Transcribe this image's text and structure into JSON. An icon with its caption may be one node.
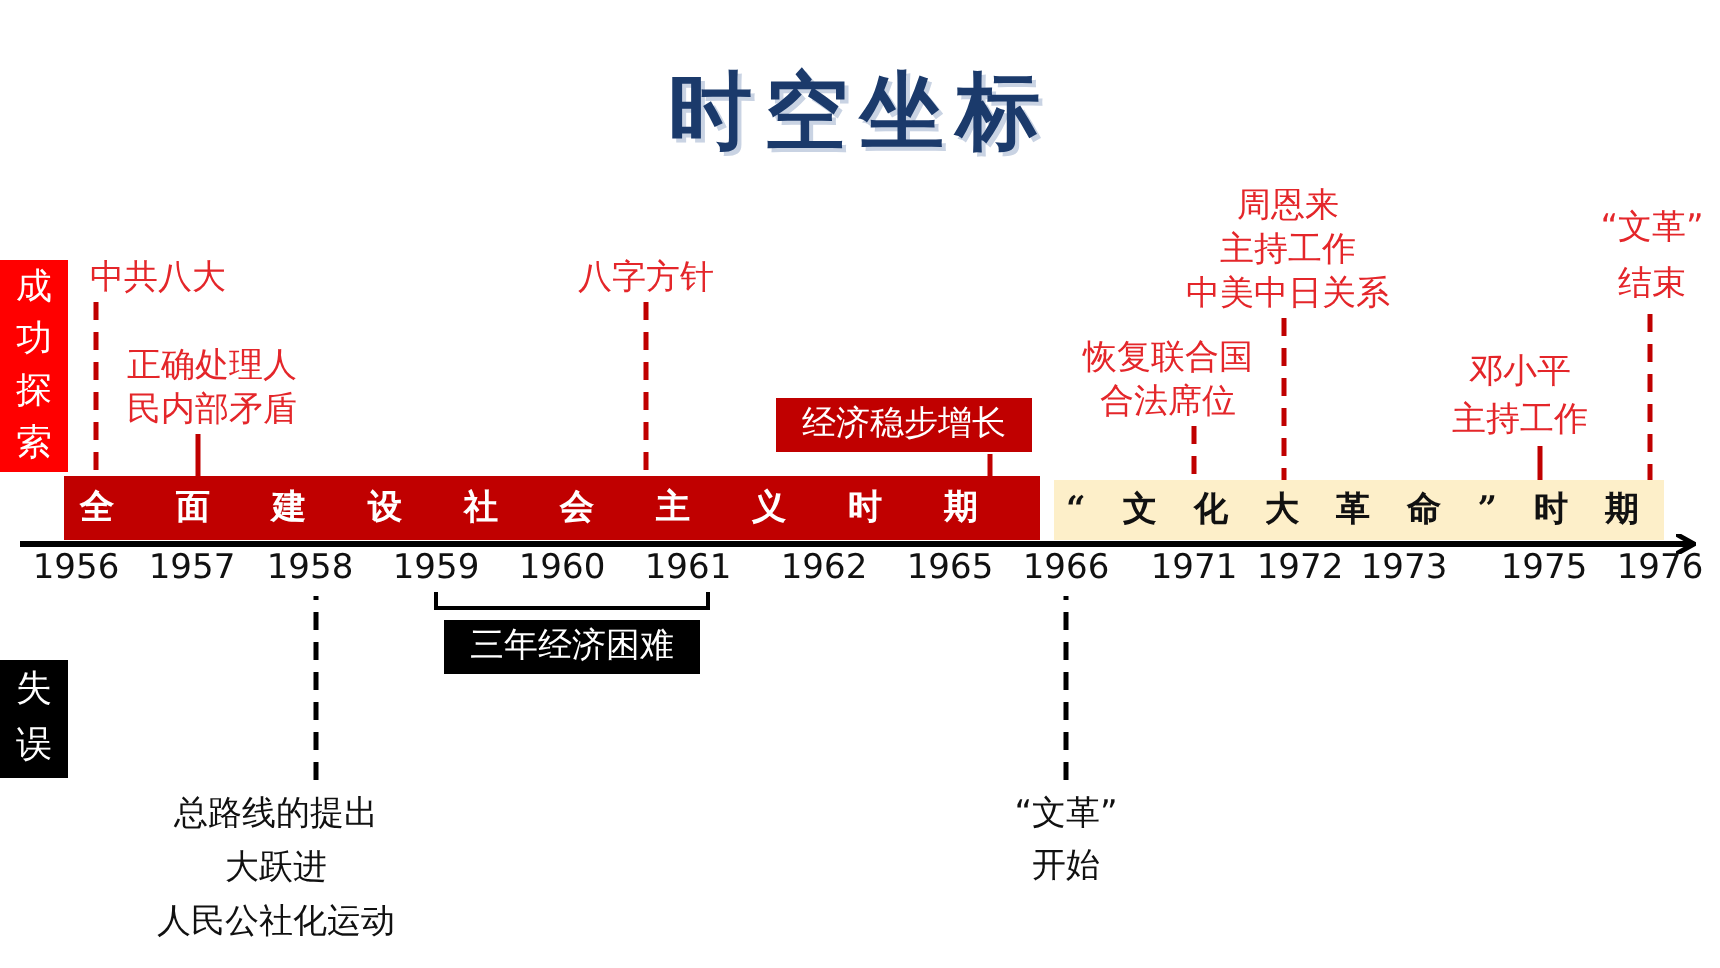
{
  "diagram": {
    "title": "时空坐标",
    "nodes": [
      {
        "text": [
          "成功探索"
        ]
      },
      {
        "text": [
          "中共八大"
        ]
      },
      {
        "text": [
          "正确处理人民内部矛盾"
        ]
      },
      {
        "text": [
          "八字方针"
        ]
      },
      {
        "text": [
          "经济稳步增长"
        ]
      },
      {
        "text": [
          "恢复联合国合法席位"
        ]
      },
      {
        "text": [
          "周恩来",
          "主持工作",
          "中美中日关系"
        ]
      },
      {
        "text": [
          "邓小平",
          "主持工作"
        ]
      },
      {
        "text": [
          "“文革”",
          "结束"
        ]
      },
      {
        "text": [
          "全面建设社会主义时期"
        ]
      },
      {
        "text": [
          "“文化大革命”时期"
        ]
      },
      {
        "text": [
          "三年经济困难"
        ]
      },
      {
        "text": [
          "失误"
        ]
      },
      {
        "text": [
          "总路线的提出",
          "大跃进",
          "人民公社化运动"
        ]
      },
      {
        "text": [
          "“文革”",
          "开始"
        ]
      }
    ],
    "edges": [
      {
        "from": 1,
        "to": 9,
        "arrow": "none",
        "style": "dashed"
      },
      {
        "from": 2,
        "to": 9,
        "arrow": "none"
      },
      {
        "from": 3,
        "to": 9,
        "arrow": "none",
        "style": "dashed"
      },
      {
        "from": 4,
        "to": 9,
        "arrow": "none"
      },
      {
        "from": 5,
        "to": 10,
        "arrow": "none",
        "style": "dashed"
      },
      {
        "from": 6,
        "to": 10,
        "arrow": "none",
        "style": "dashed"
      },
      {
        "from": 7,
        "to": 10,
        "arrow": "none"
      },
      {
        "from": 8,
        "to": 10,
        "arrow": "none",
        "style": "dashed"
      },
      {
        "from": 13,
        "to": null,
        "arrow": "none",
        "style": "dashed",
        "color": "#000000"
      },
      {
        "from": 14,
        "to": null,
        "arrow": "none",
        "style": "dashed",
        "color": "#000000"
      }
    ],
    "labels": [
      "1956",
      "1957",
      "1958",
      "1959",
      "1960",
      "1961",
      "1962",
      "1965",
      "1966",
      "1971",
      "1972",
      "1973",
      "1975",
      "1976"
    ]
  }
}
